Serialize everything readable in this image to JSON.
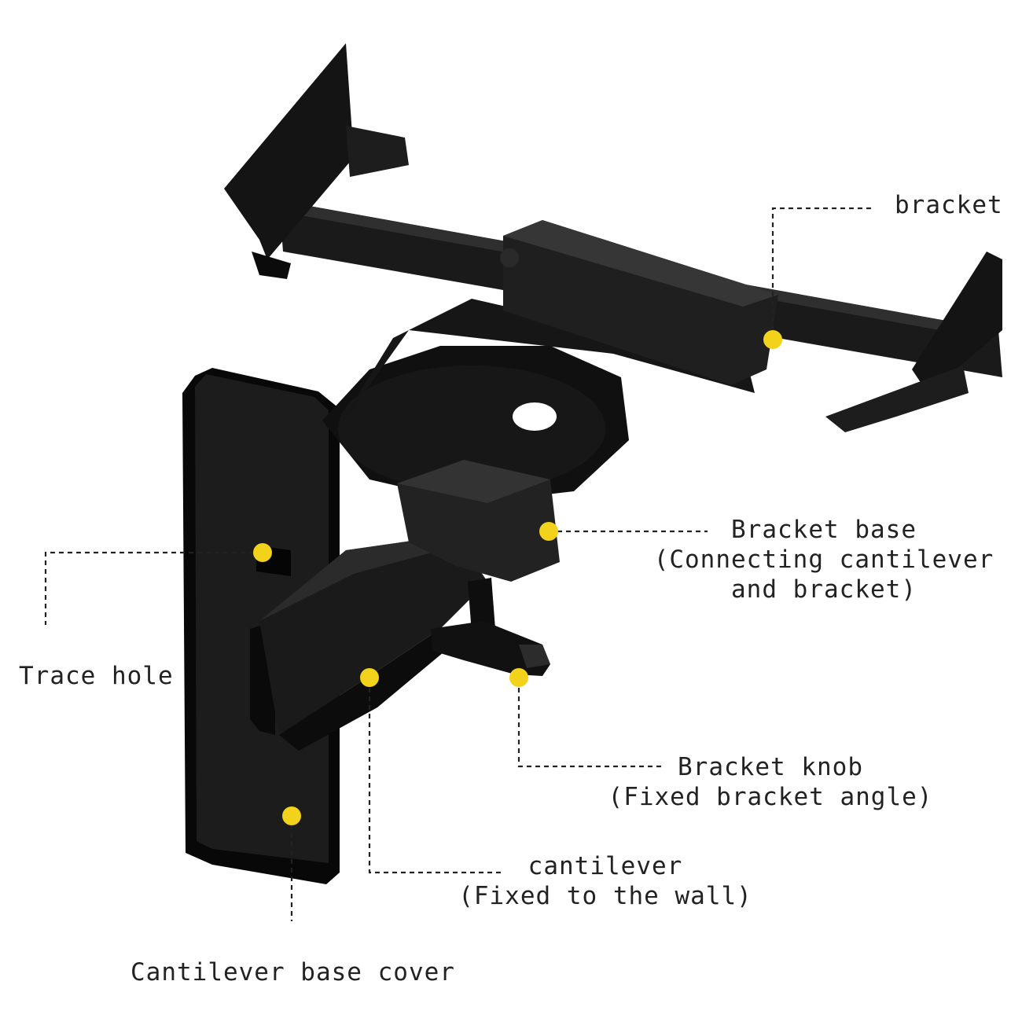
{
  "colors": {
    "background": "#ffffff",
    "product": "#141414",
    "product_shade": "#2a2a2a",
    "product_highlight": "#3a3a3a",
    "marker": "#f2d21b",
    "leader_line": "#222222",
    "text": "#222222"
  },
  "labels": {
    "bracket": {
      "lines": [
        "bracket"
      ]
    },
    "bracket_base": {
      "lines": [
        "Bracket base",
        "(Connecting cantilever",
        "and bracket)"
      ]
    },
    "trace_hole": {
      "lines": [
        "Trace hole"
      ]
    },
    "bracket_knob": {
      "lines": [
        "Bracket knob",
        "(Fixed bracket angle)"
      ]
    },
    "cantilever": {
      "lines": [
        "cantilever",
        "(Fixed to the wall)"
      ]
    },
    "cantilever_base_cover": {
      "lines": [
        "Cantilever base cover"
      ]
    }
  }
}
